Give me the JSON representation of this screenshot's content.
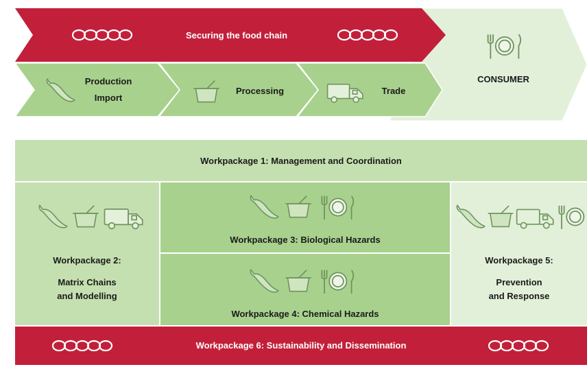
{
  "top": {
    "banner": "Securing the food chain",
    "steps": [
      "Production",
      "Import",
      "Processing",
      "Trade"
    ],
    "consumer": "CONSUMER"
  },
  "workpackages": {
    "wp1": "Workpackage 1: Management and Coordination",
    "wp2_title": "Workpackage 2:",
    "wp2_line1": "Matrix Chains",
    "wp2_line2": "and Modelling",
    "wp3": "Workpackage 3: Biological Hazards",
    "wp4": "Workpackage 4: Chemical Hazards",
    "wp5_title": "Workpackage 5:",
    "wp5_line1": "Prevention",
    "wp5_line2": "and Response",
    "wp6": "Workpackage 6: Sustainability and Dissemination"
  },
  "icons": [
    "chain-icon",
    "pepper-icon",
    "pot-icon",
    "truck-icon",
    "plate-icon"
  ],
  "colors": {
    "red": "#c2203a",
    "green": "#a8d18d",
    "light_green": "#c5e0b0",
    "pale_green": "#e2f0d9"
  }
}
